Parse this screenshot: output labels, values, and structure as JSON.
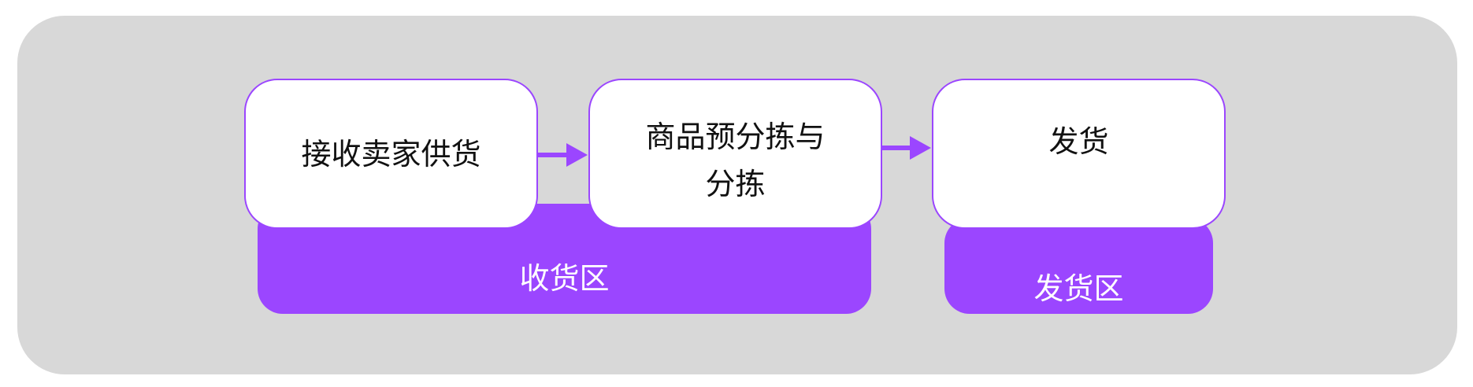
{
  "diagram": {
    "steps": [
      {
        "label": "接收卖家供货"
      },
      {
        "label": "商品预分拣与分拣"
      },
      {
        "label": "发货"
      }
    ],
    "zones": [
      {
        "label": "收货区"
      },
      {
        "label": "发货区"
      }
    ]
  },
  "colors": {
    "background": "#d8d8d8",
    "accent": "#9b46ff",
    "box_fill": "#ffffff",
    "text": "#111111"
  }
}
